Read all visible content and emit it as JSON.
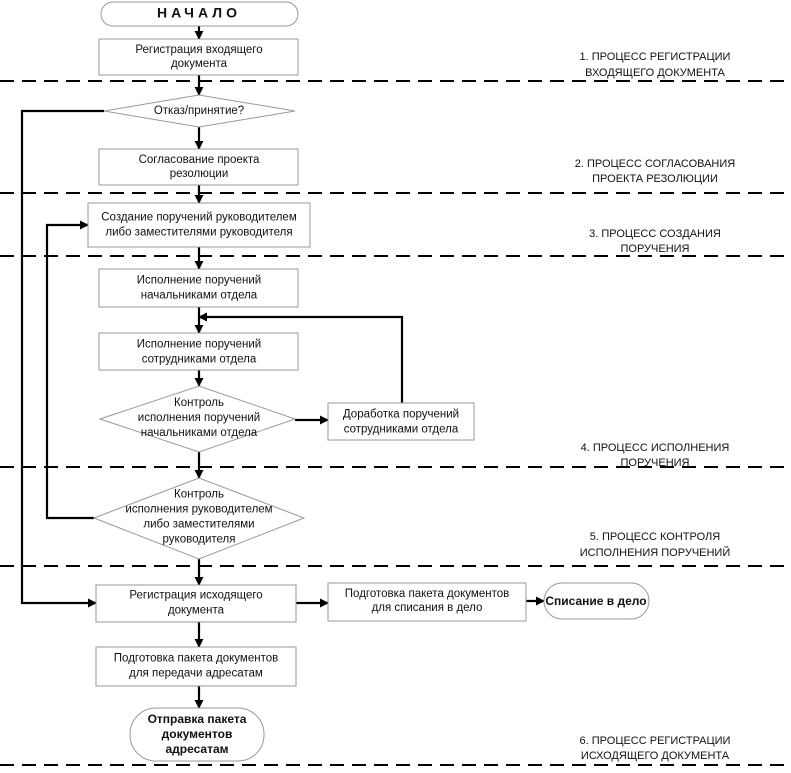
{
  "start": {
    "label": "НАЧАЛО"
  },
  "nodes": {
    "reg_in": [
      "Регистрация входящего",
      "документа"
    ],
    "decision": [
      "Отказ/принятие?"
    ],
    "agree": [
      "Согласование проекта",
      "резолюции"
    ],
    "create": [
      "Создание поручений руководителем",
      "либо заместителями руководителя"
    ],
    "exec_heads": [
      "Исполнение поручений",
      "начальниками отдела"
    ],
    "exec_staff": [
      "Исполнение поручений",
      "сотрудниками отдела"
    ],
    "ctrl_heads": [
      "Контроль",
      "исполнения поручений",
      "начальниками отдела"
    ],
    "rework": [
      "Доработка поручений",
      "сотрудниками отдела"
    ],
    "ctrl_mgr": [
      "Контроль",
      "исполнения руководителем",
      "либо заместителями",
      "руководителя"
    ],
    "reg_out": [
      "Регистрация исходящего",
      "документа"
    ],
    "prep_archive": [
      "Подготовка пакета документов",
      "для списания в дело"
    ],
    "archive": [
      "Списание в дело"
    ],
    "prep_send": [
      "Подготовка пакета документов",
      "для передачи адресатам"
    ],
    "send": [
      "Отправка пакета",
      "документов",
      "адресатам"
    ]
  },
  "phases": [
    [
      "1. ПРОЦЕСС РЕГИСТРАЦИИ",
      "ВХОДЯЩЕГО ДОКУМЕНТА"
    ],
    [
      "2. ПРОЦЕСС СОГЛАСОВАНИЯ",
      "ПРОЕКТА РЕЗОЛЮЦИИ"
    ],
    [
      "3. ПРОЦЕСС СОЗДАНИЯ",
      "ПОРУЧЕНИЯ"
    ],
    [
      "4. ПРОЦЕСС ИСПОЛНЕНИЯ",
      "ПОРУЧЕНИЯ"
    ],
    [
      "5. ПРОЦЕСС КОНТРОЛЯ",
      "ИСПОЛНЕНИЯ ПОРУЧЕНИЙ"
    ],
    [
      "6. ПРОЦЕСС РЕГИСТРАЦИИ",
      "ИСХОДЯЩЕГО ДОКУМЕНТА"
    ]
  ]
}
